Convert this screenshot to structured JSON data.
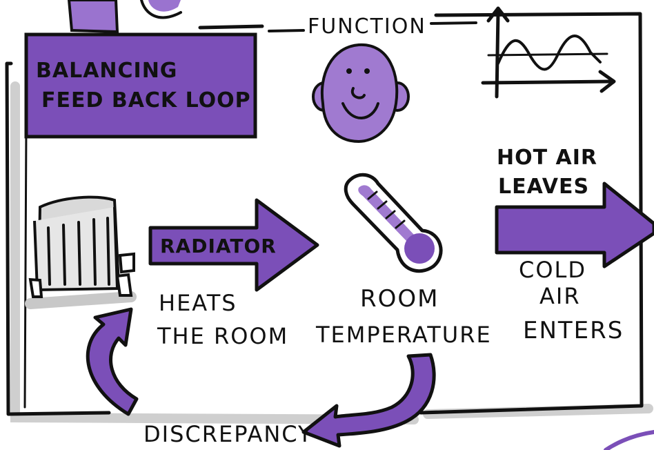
{
  "diagram": {
    "title_lines": [
      "BALANCING",
      "FEED BACK LOOP"
    ],
    "function_label": "FUNCTION",
    "radiator_label": "RADIATOR",
    "heats_lines": [
      "HEATS",
      "THE ROOM"
    ],
    "room_lines": [
      "ROOM",
      "TEMPERATURE"
    ],
    "hot_air_lines": [
      "HOT AIR",
      "LEAVES"
    ],
    "cold_air_lines": [
      "COLD",
      "AIR",
      "ENTERS"
    ],
    "discrepancy_label": "DISCREPANCY"
  },
  "colors": {
    "purple": "#7b4fb8",
    "purple_light": "#a07ad0",
    "ink": "#111111",
    "shadow": "#c8c8c8"
  }
}
